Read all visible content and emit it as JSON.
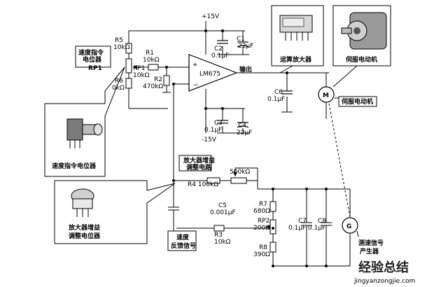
{
  "opamp": {
    "label": "LM675",
    "plus": "+",
    "minus": "−"
  },
  "motor": {
    "symbol": "M"
  },
  "generator": {
    "symbol": "G"
  },
  "labels": {
    "plus15v": "+15V",
    "minus15v": "-15V",
    "r5": "R5",
    "r5_val": "10kΩ",
    "rp1": "RP1",
    "rp1_val": "10kΩ",
    "r6": "R6",
    "r6_val": "0kΩ",
    "r1": "R1",
    "r1_val": "10kΩ",
    "r2": "R2",
    "r2_val": "470kΩ",
    "c1": "C1",
    "c1_val": "22μF",
    "c2": "C2",
    "c2_val": "0.1μF",
    "c3": "C3",
    "c3_val": "0.1μF",
    "c4": "C4",
    "c4_val": "22μF",
    "output": "输出",
    "c6": "C6",
    "c6_val": "0.1μF",
    "r4": "R4 100kΩ",
    "pot500k": "500kΩ",
    "c5": "C5",
    "c5_val": "0.001μF",
    "r3": "R3",
    "r3_val": "10kΩ",
    "r7": "R7",
    "r7_val": "680Ω",
    "rp2": "RP2",
    "rp2_val": "200Ω",
    "r8": "R8",
    "r8_val": "390Ω",
    "c7": "C7",
    "c7_val": "0.1μF",
    "c8": "C8",
    "c8_val": "0.1μF"
  },
  "captions": {
    "speed_pot_1": "速度指令",
    "speed_pot_2": "电位器",
    "speed_pot_3": "RP1",
    "speed_pot_photo": "速度指令电位器",
    "gain_circuit_1": "放大器增益",
    "gain_circuit_2": "调整电路",
    "gain_pot_1": "放大器增益",
    "gain_pot_2": "调整电位器",
    "feedback_1": "速度",
    "feedback_2": "反馈信号",
    "opamp": "运算放大器",
    "servo_motor_photo": "伺服电动机",
    "servo_motor": "伺服电动机",
    "tacho_1": "测速信号",
    "tacho_2": "产生器"
  },
  "watermark": {
    "logo": "经验总结",
    "url": "jingyanzongjie.com"
  }
}
